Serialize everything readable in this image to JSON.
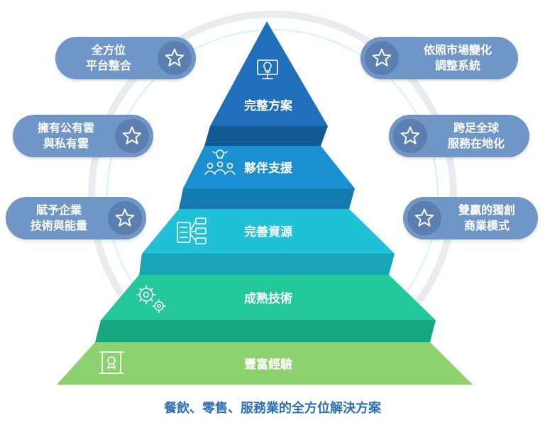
{
  "pyramid": {
    "levels": [
      {
        "label": "完整方案",
        "icon": "monitor-lightbulb-icon",
        "color": "#1f6fba"
      },
      {
        "label": "夥伴支援",
        "icon": "team-idea-icon",
        "color": "#1a8fd2"
      },
      {
        "label": "完善資源",
        "icon": "server-network-icon",
        "color": "#20c0d8"
      },
      {
        "label": "成熟技術",
        "icon": "gears-icon",
        "color": "#22c79a"
      },
      {
        "label": "豐富經驗",
        "icon": "certificate-icon",
        "color": "#8dd06f"
      }
    ]
  },
  "left_pills": [
    {
      "line1": "全方位",
      "line2": "平台整合",
      "icon": "star-icon"
    },
    {
      "line1": "擁有公有雲",
      "line2": "與私有雲",
      "icon": "star-icon"
    },
    {
      "line1": "賦予企業",
      "line2": "技術與能量",
      "icon": "star-icon"
    }
  ],
  "right_pills": [
    {
      "line1": "依照市場變化",
      "line2": "調整系統",
      "icon": "star-icon"
    },
    {
      "line1": "跨足全球",
      "line2": "服務在地化",
      "icon": "star-icon"
    },
    {
      "line1": "雙贏的獨創",
      "line2": "商業模式",
      "icon": "star-icon"
    }
  ],
  "caption": "餐飲、零售、服務業的全方位解決方案",
  "colors": {
    "pill": "#6f96c6",
    "pill_star": "#5a7fb0",
    "caption": "#2d6fb6",
    "ring": "#e8ecf0"
  }
}
